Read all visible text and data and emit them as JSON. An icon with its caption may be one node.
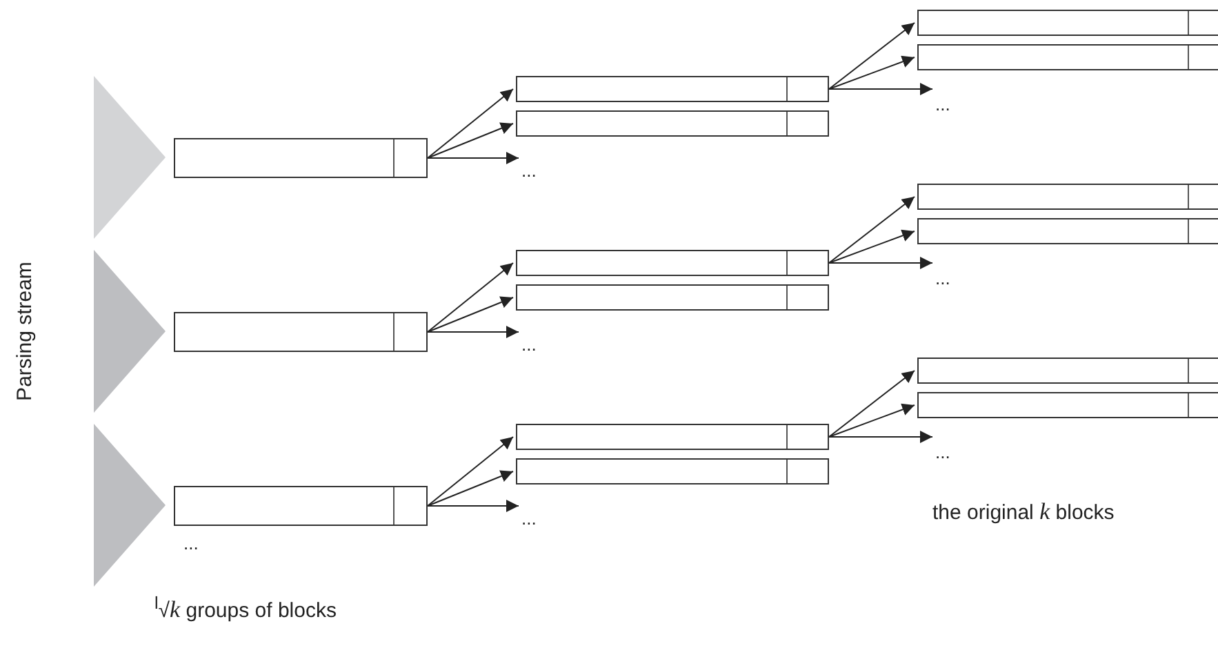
{
  "diagram": {
    "nodes": [
      {
        "text": [],
        "shape": "triangle"
      },
      {
        "text": [],
        "shape": "box"
      },
      {
        "text": [],
        "shape": "box"
      },
      {
        "text": [],
        "shape": "box"
      },
      {
        "text": [
          "..."
        ]
      },
      {
        "text": [],
        "shape": "box"
      },
      {
        "text": [],
        "shape": "box"
      },
      {
        "text": [
          "..."
        ]
      },
      {
        "text": [],
        "shape": "triangle"
      },
      {
        "text": [],
        "shape": "box"
      },
      {
        "text": [],
        "shape": "box"
      },
      {
        "text": [],
        "shape": "box"
      },
      {
        "text": [
          "..."
        ]
      },
      {
        "text": [],
        "shape": "box"
      },
      {
        "text": [],
        "shape": "box"
      },
      {
        "text": [
          "..."
        ]
      },
      {
        "text": [],
        "shape": "triangle"
      },
      {
        "text": [],
        "shape": "box"
      },
      {
        "text": [],
        "shape": "box"
      },
      {
        "text": [],
        "shape": "box"
      },
      {
        "text": [
          "..."
        ]
      },
      {
        "text": [],
        "shape": "box"
      },
      {
        "text": [],
        "shape": "box"
      },
      {
        "text": [
          "..."
        ]
      }
    ],
    "edges": [
      {
        "from": 1,
        "to": 2,
        "arrow": "to"
      },
      {
        "from": 1,
        "to": 3,
        "arrow": "to"
      },
      {
        "from": 1,
        "to": 4,
        "arrow": "to"
      },
      {
        "from": 2,
        "to": 5,
        "arrow": "to"
      },
      {
        "from": 2,
        "to": 6,
        "arrow": "to"
      },
      {
        "from": 2,
        "to": 7,
        "arrow": "to"
      },
      {
        "from": 9,
        "to": 10,
        "arrow": "to"
      },
      {
        "from": 9,
        "to": 11,
        "arrow": "to"
      },
      {
        "from": 9,
        "to": 12,
        "arrow": "to"
      },
      {
        "from": 10,
        "to": 13,
        "arrow": "to"
      },
      {
        "from": 10,
        "to": 14,
        "arrow": "to"
      },
      {
        "from": 10,
        "to": 15,
        "arrow": "to"
      },
      {
        "from": 17,
        "to": 18,
        "arrow": "to"
      },
      {
        "from": 17,
        "to": 19,
        "arrow": "to"
      },
      {
        "from": 17,
        "to": 20,
        "arrow": "to"
      },
      {
        "from": 18,
        "to": 21,
        "arrow": "to"
      },
      {
        "from": 18,
        "to": 22,
        "arrow": "to"
      },
      {
        "from": 18,
        "to": 23,
        "arrow": "to"
      }
    ],
    "labels": [
      "Parsing stream",
      "the original *k* blocks",
      "...",
      "$^{l}$√*k* groups of blocks"
    ]
  }
}
